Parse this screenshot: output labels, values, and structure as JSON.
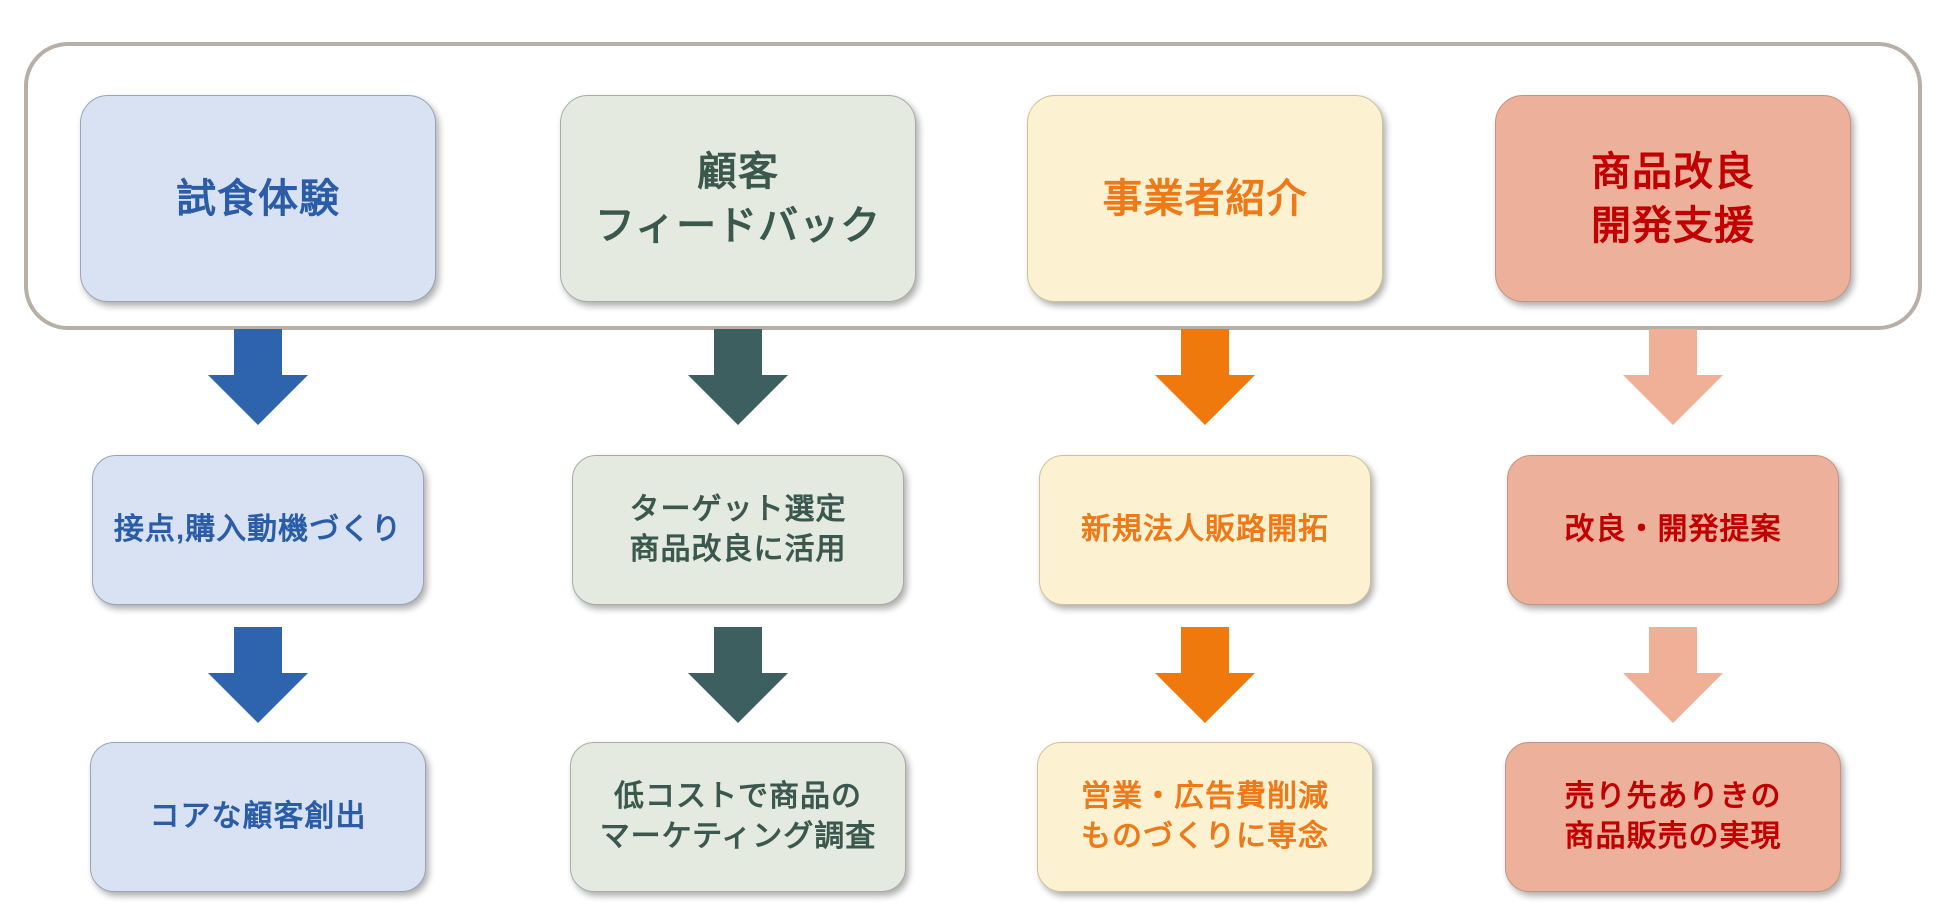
{
  "container": {
    "border_color": "#b8afa6"
  },
  "columns": [
    {
      "name": "tasting-experience",
      "colors": {
        "box_bg": "#d9e2f3",
        "text": "#2a5ca8",
        "arrow": "#2e63ae",
        "box_border": "#9aa4b5"
      },
      "top": "試食体験",
      "middle": "接点,購入動機づくり",
      "bottom": "コアな顧客創出"
    },
    {
      "name": "customer-feedback",
      "colors": {
        "box_bg": "#e5eae0",
        "text": "#3a584e",
        "arrow": "#3e5f5f",
        "box_border": "#a7ada2"
      },
      "top": "顧客\nフィードバック",
      "middle": "ターゲット選定\n商品改良に活用",
      "bottom": "低コストで商品の\nマーケティング調査"
    },
    {
      "name": "business-referral",
      "colors": {
        "box_bg": "#fcf2d2",
        "text": "#ee7918",
        "arrow": "#f0790e",
        "box_border": "#cdc39b"
      },
      "top": "事業者紹介",
      "middle": "新規法人販路開拓",
      "bottom": "営業・広告費削減\nものづくりに専念"
    },
    {
      "name": "product-improvement",
      "colors": {
        "box_bg": "#edb09a",
        "text": "#c00000",
        "arrow": "#f0b098",
        "box_border": "#c29582"
      },
      "top": "商品改良\n開発支援",
      "middle": "改良・開発提案",
      "bottom": "売り先ありきの\n商品販売の実現"
    }
  ]
}
